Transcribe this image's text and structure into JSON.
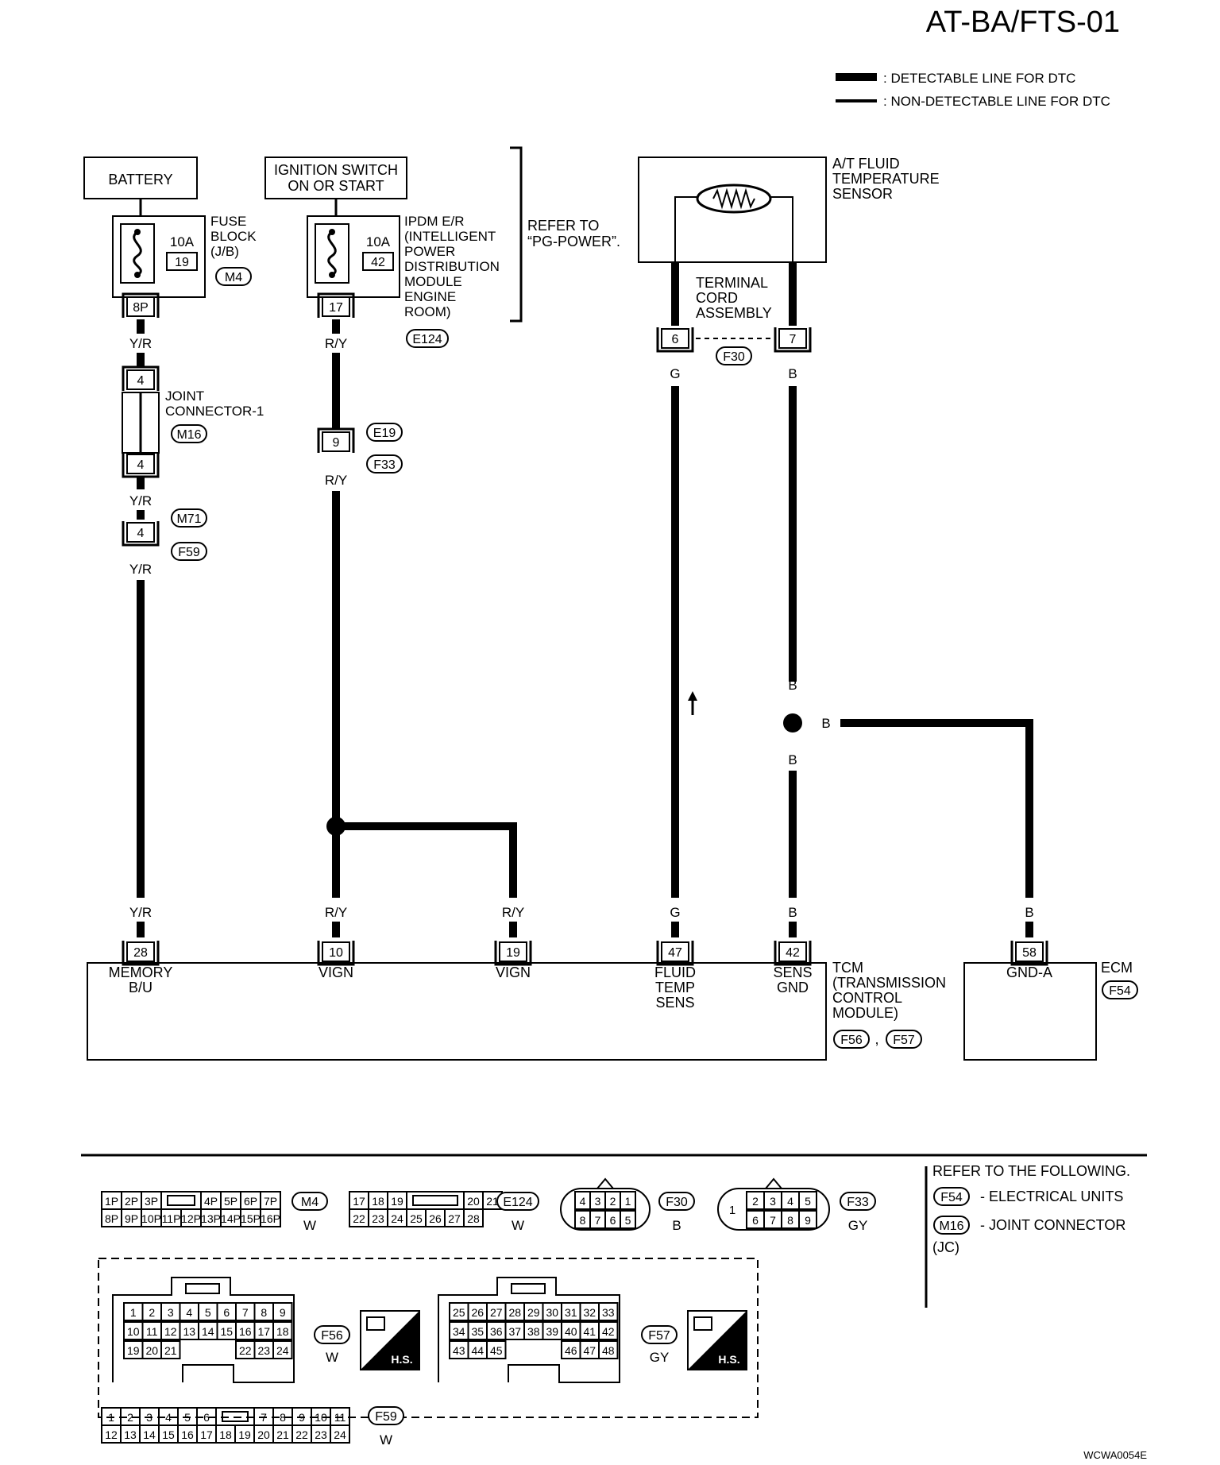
{
  "page_id": "AT-BA/FTS-01",
  "legend": {
    "detectable": ": DETECTABLE LINE FOR DTC",
    "non_detectable": ": NON-DETECTABLE LINE FOR DTC"
  },
  "battery": {
    "title": "BATTERY",
    "fuse_amp": "10A",
    "fuse_no": "19",
    "block_lines": [
      "FUSE",
      "BLOCK",
      "(J/B)"
    ],
    "conn": "M4",
    "term": "8P",
    "wire_top": "Y/R",
    "joint_pin": "4",
    "joint_lines": [
      "JOINT",
      "CONNECTOR-1"
    ],
    "joint_conn": "M16",
    "wire_mid": "Y/R",
    "inline_pin": "4",
    "inline_conn_a": "M71",
    "inline_conn_b": "F59",
    "wire_bot": "Y/R"
  },
  "ignition": {
    "title_lines": [
      "IGNITION SWITCH",
      "ON OR START"
    ],
    "fuse_amp": "10A",
    "fuse_no": "42",
    "ipdm_lines": [
      "IPDM E/R",
      "(INTELLIGENT",
      "POWER",
      "DISTRIBUTION",
      "MODULE",
      "ENGINE",
      "ROOM)"
    ],
    "conn": "E124",
    "term": "17",
    "wire_top": "R/Y",
    "inline_pin": "9",
    "inline_conn_a": "E19",
    "inline_conn_b": "F33",
    "wire_mid": "R/Y",
    "refer_lines": [
      "REFER TO",
      "“PG-POWER”."
    ]
  },
  "sensor": {
    "name_lines": [
      "A/T FLUID",
      "TEMPERATURE",
      "SENSOR"
    ],
    "cord_lines": [
      "TERMINAL",
      "CORD",
      "ASSEMBLY"
    ],
    "pin_a": "6",
    "pin_b": "7",
    "conn": "F30",
    "wire_a": "G",
    "wire_b": "B",
    "junction_wire_top": "B",
    "junction_wire_right": "B",
    "junction_wire_bottom": "B"
  },
  "tcm": {
    "name_lines": [
      "TCM",
      "(TRANSMISSION",
      "CONTROL",
      "MODULE)"
    ],
    "conn_a": "F56",
    "conn_sep": ",",
    "conn_b": "F57",
    "terminals": [
      {
        "pin": "28",
        "wire": "Y/R",
        "label": [
          "MEMORY",
          "B/U"
        ]
      },
      {
        "pin": "10",
        "wire": "R/Y",
        "label": [
          "VIGN"
        ]
      },
      {
        "pin": "19",
        "wire": "R/Y",
        "label": [
          "VIGN"
        ]
      },
      {
        "pin": "47",
        "wire": "G",
        "label": [
          "FLUID",
          "TEMP",
          "SENS"
        ]
      },
      {
        "pin": "42",
        "wire": "B",
        "label": [
          "SENS",
          "GND"
        ]
      }
    ]
  },
  "ecm": {
    "name": "ECM",
    "conn": "F54",
    "pin": "58",
    "wire": "B",
    "label": "GND-A"
  },
  "connector_views": {
    "m4": {
      "tag": "M4",
      "color": "W",
      "top": [
        "1P",
        "2P",
        "3P",
        "",
        "4P",
        "5P",
        "6P",
        "7P"
      ],
      "bottom": [
        "8P",
        "9P",
        "10P",
        "11P",
        "12P",
        "13P",
        "14P",
        "15P",
        "16P"
      ]
    },
    "e124": {
      "tag": "E124",
      "color": "W",
      "top": [
        "17",
        "18",
        "19",
        "",
        "20",
        "21"
      ],
      "bottom": [
        "22",
        "23",
        "24",
        "25",
        "26",
        "27",
        "28"
      ]
    },
    "f30": {
      "tag": "F30",
      "color": "B",
      "top": [
        "4",
        "3",
        "2",
        "1"
      ],
      "bottom": [
        "8",
        "7",
        "6",
        "5"
      ]
    },
    "f33": {
      "tag": "F33",
      "color": "GY",
      "single": "1",
      "top": [
        "2",
        "3",
        "4",
        "5"
      ],
      "bottom": [
        "6",
        "7",
        "8",
        "9"
      ]
    },
    "f56": {
      "tag": "F56",
      "color": "W",
      "rows": [
        [
          "1",
          "2",
          "3",
          "4",
          "5",
          "6",
          "7",
          "8",
          "9"
        ],
        [
          "10",
          "11",
          "12",
          "13",
          "14",
          "15",
          "16",
          "17",
          "18"
        ],
        [
          "19",
          "20",
          "21",
          "",
          "",
          "",
          "22",
          "23",
          "24"
        ]
      ]
    },
    "f57": {
      "tag": "F57",
      "color": "GY",
      "rows": [
        [
          "25",
          "26",
          "27",
          "28",
          "29",
          "30",
          "31",
          "32",
          "33"
        ],
        [
          "34",
          "35",
          "36",
          "37",
          "38",
          "39",
          "40",
          "41",
          "42"
        ],
        [
          "43",
          "44",
          "45",
          "",
          "",
          "",
          "46",
          "47",
          "48"
        ]
      ]
    },
    "f59": {
      "tag": "F59",
      "color": "W",
      "top": [
        "1",
        "2",
        "3",
        "4",
        "5",
        "6",
        "",
        "7",
        "8",
        "9",
        "10",
        "11"
      ],
      "bottom": [
        "12",
        "13",
        "14",
        "15",
        "16",
        "17",
        "18",
        "19",
        "20",
        "21",
        "22",
        "23",
        "24"
      ]
    },
    "hs_label": "H.S."
  },
  "refer": {
    "title": "REFER TO THE FOLLOWING.",
    "tag1": "F54",
    "text1": "- ELECTRICAL UNITS",
    "tag2": "M16",
    "text2": "- JOINT CONNECTOR",
    "text2b": "(JC)"
  },
  "code": "WCWA0054E"
}
